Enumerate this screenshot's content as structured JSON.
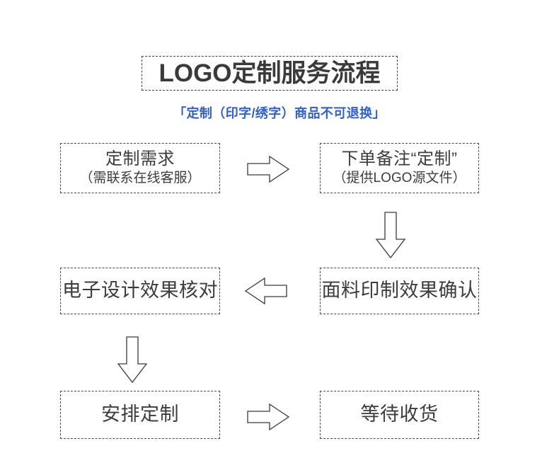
{
  "header": {
    "title": "LOGO定制服务流程",
    "subtitle": "「定制（印字/绣字）商品不可退换」",
    "subtitle_color": "#2f5fd6",
    "title_color": "#3a3a3a"
  },
  "flow": {
    "box_border_color": "#4a4a4a",
    "arrow_stroke_color": "#3a3a3a",
    "steps": [
      {
        "id": "custom-requirement",
        "line1": "定制需求",
        "line2": "（需联系在线客服）"
      },
      {
        "id": "order-note-custom",
        "line1": "下单备注“定制”",
        "line2": "（提供LOGO源文件）"
      },
      {
        "id": "electronic-design-check",
        "line1": "电子设计效果核对",
        "line2": ""
      },
      {
        "id": "fabric-print-confirm",
        "line1": "面料印制效果确认",
        "line2": ""
      },
      {
        "id": "arrange-production",
        "line1": "安排定制",
        "line2": ""
      },
      {
        "id": "await-delivery",
        "line1": "等待收货",
        "line2": ""
      }
    ],
    "arrows": [
      {
        "id": "arrow-right-top",
        "direction": "right"
      },
      {
        "id": "arrow-down-right",
        "direction": "down"
      },
      {
        "id": "arrow-left-middle",
        "direction": "left"
      },
      {
        "id": "arrow-down-left",
        "direction": "down"
      },
      {
        "id": "arrow-right-bottom",
        "direction": "right"
      }
    ]
  }
}
